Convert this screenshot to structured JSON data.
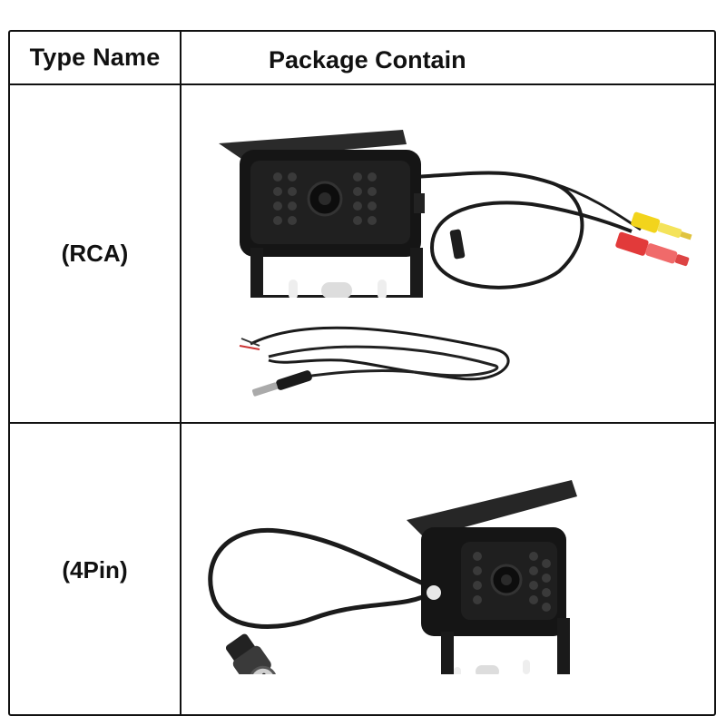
{
  "table": {
    "header": {
      "type_name": "Type Name",
      "package_contain": "Package Contain"
    },
    "rows": [
      {
        "type": "(RCA)",
        "contents": [
          "camera-with-rca-cable",
          "power-cable"
        ]
      },
      {
        "type": "(4Pin)",
        "contents": [
          "camera-with-4pin-cable"
        ]
      }
    ]
  },
  "colors": {
    "border": "#111111",
    "camera_body": "#151515",
    "rca_yellow": "#f2d41c",
    "rca_red": "#e23a3a"
  }
}
